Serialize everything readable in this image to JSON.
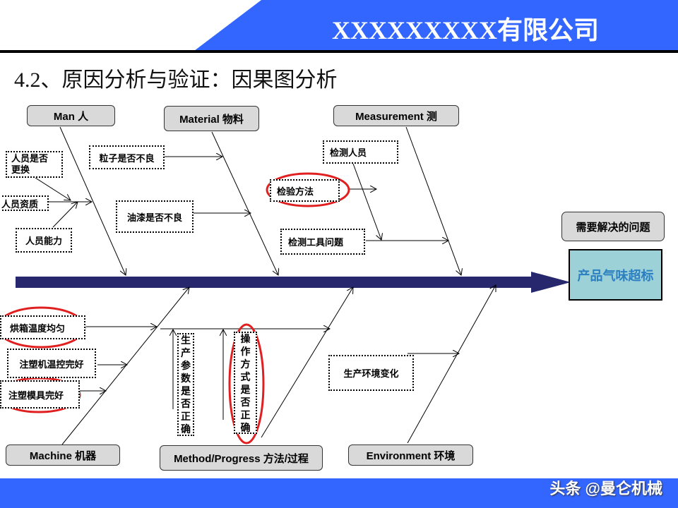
{
  "header": {
    "company": "XXXXXXXXX有限公司",
    "band_color": "#3366ff"
  },
  "title": "4.2、原因分析与验证：因果图分析",
  "categories": {
    "man": "Man 人",
    "material": "Material 物料",
    "measurement": "Measurement 测",
    "machine": "Machine 机器",
    "method": "Method/Progress 方法/过程",
    "environment": "Environment 环境"
  },
  "causes": {
    "man": [
      "人员是否更换",
      "人员资质",
      "人员能力"
    ],
    "material": [
      "粒子是否不良",
      "油漆是否不良"
    ],
    "measurement": [
      "检测人员",
      "检验方法",
      "检测工具问题"
    ],
    "machine": [
      "烘箱温度均匀",
      "注塑机温控完好",
      "注塑模具完好"
    ],
    "method": [
      "生产参数是否正确",
      "操作方式是否正确"
    ],
    "environment": [
      "生产环境变化"
    ]
  },
  "man_cause_0_line1": "人员是否",
  "man_cause_0_line2": "更换",
  "method_vertical": {
    "params": [
      "生",
      "产",
      "参",
      "数",
      "是",
      "否",
      "正",
      "确"
    ],
    "operation": [
      "操",
      "作",
      "方",
      "式",
      "是",
      "否",
      "正",
      "确"
    ]
  },
  "highlighted": [
    "检验方法",
    "烘箱温度均匀",
    "注塑模具完好",
    "操作方式是否正确"
  ],
  "problem_label": "需要解决的问题",
  "effect": "产品气味超标",
  "colors": {
    "spine": "#27276e",
    "highlight": "#e02020",
    "effect_fill": "#9dd1d8",
    "effect_text": "#2c7fc0",
    "footer": "#3366ff"
  },
  "footer": {
    "watermark": "头条 @曼仑机械"
  }
}
